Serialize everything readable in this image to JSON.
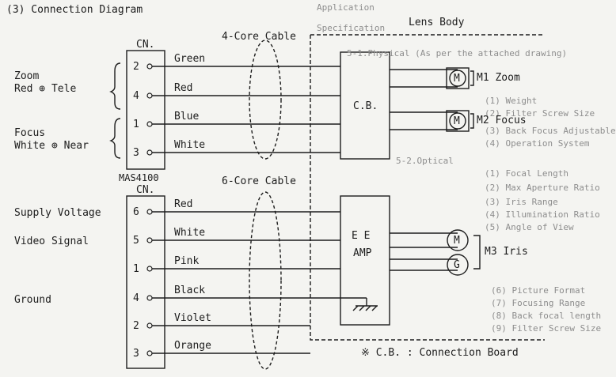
{
  "title": "(3) Connection Diagram",
  "lens_body": "Lens Body",
  "cable_top": "4-Core Cable",
  "cable_bottom": "6-Core Cable",
  "connector_top": {
    "label": "CN.",
    "pins": [
      "2",
      "4",
      "1",
      "3"
    ],
    "wires": [
      "Green",
      "Red",
      "Blue",
      "White"
    ]
  },
  "model": "MAS4100",
  "connector_bottom": {
    "label": "CN.",
    "pins": [
      "6",
      "5",
      "1",
      "4",
      "2",
      "3"
    ],
    "wires": [
      "Red",
      "White",
      "Pink",
      "Black",
      "Violet",
      "Orange"
    ]
  },
  "left_labels": {
    "zoom_1": "Zoom",
    "zoom_2": "Red ⊕ Tele",
    "focus_1": "Focus",
    "focus_2": "White ⊕ Near",
    "supply": "Supply Voltage",
    "video": "Video Signal",
    "ground": "Ground"
  },
  "cb_label": "C.B.",
  "ee_amp_1": "E E",
  "ee_amp_2": "AMP",
  "motors": {
    "m1": "M1 Zoom",
    "m2": "M2 Focus",
    "m3": "M3 Iris",
    "m_symbol": "M",
    "g_symbol": "G"
  },
  "footnote": "※ C.B. : Connection Board",
  "background_text": [
    "Application",
    "Specification",
    "5-1.Physical (As per the attached drawing)",
    "(1) Weight",
    "(2) Filter Screw Size",
    "(3) Back Focus Adjustable",
    "(4) Operation System",
    "5-2.Optical",
    "(1) Focal Length",
    "(2) Max Aperture Ratio",
    "(3) Iris Range",
    "(4) Illumination Ratio",
    "(5) Angle of View",
    "(6) Picture Format",
    "(7) Focusing Range",
    "(8) Back focal length",
    "(9) Filter Screw Size"
  ]
}
